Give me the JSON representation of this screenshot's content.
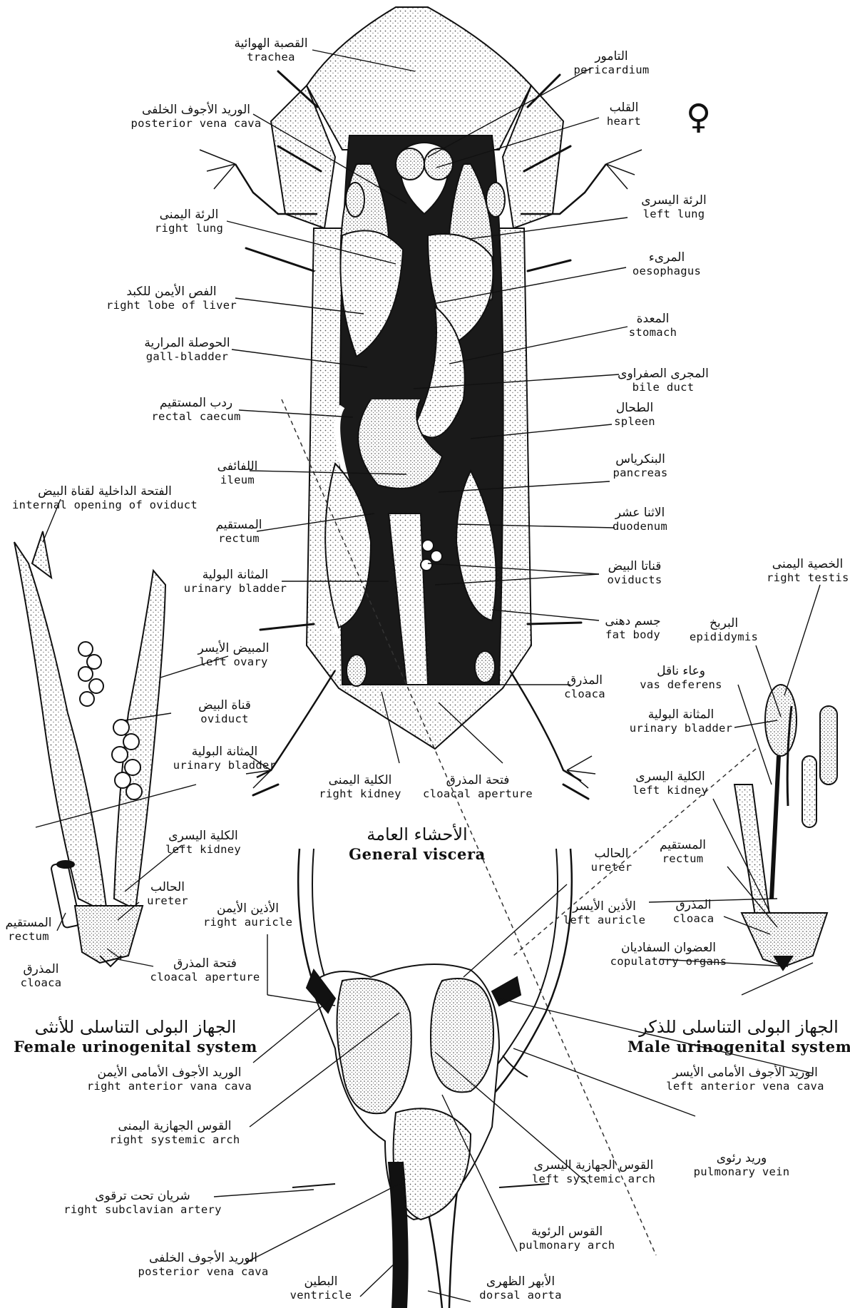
{
  "symbol": "♀",
  "titles": {
    "general": {
      "ar": "الأحشاء العامة",
      "en": "General viscera"
    },
    "female": {
      "ar": "الجهاز البولى التناسلى للأنثى",
      "en": "Female urinogenital system"
    },
    "male": {
      "ar": "الجهاز البولى التناسلى للذكر",
      "en": "Male urinogenital system"
    }
  },
  "labels": {
    "trachea": {
      "ar": "القصبة الهوائية",
      "en": "trachea"
    },
    "posterior_vena_cava": {
      "ar": "الوريد الأجوف الخلفى",
      "en": "posterior vena cava"
    },
    "right_lung": {
      "ar": "الرئة اليمنى",
      "en": "right lung"
    },
    "right_lobe_liver": {
      "ar": "الفص الأيمن للكبد",
      "en": "right lobe of liver"
    },
    "gall_bladder": {
      "ar": "الحوصلة المرارية",
      "en": "gall-bladder"
    },
    "rectal_caecum": {
      "ar": "ردب المستقيم",
      "en": "rectal caecum"
    },
    "ileum": {
      "ar": "اللفائفى",
      "en": "ileum"
    },
    "rectum": {
      "ar": "المستقيم",
      "en": "rectum"
    },
    "urinary_bladder": {
      "ar": "المثانة البولية",
      "en": "urinary bladder"
    },
    "pericardium": {
      "ar": "التامور",
      "en": "pericardium"
    },
    "heart": {
      "ar": "القلب",
      "en": "heart"
    },
    "left_lung": {
      "ar": "الرئة اليسرى",
      "en": "left lung"
    },
    "oesophagus": {
      "ar": "المرىء",
      "en": "oesophagus"
    },
    "stomach": {
      "ar": "المعدة",
      "en": "stomach"
    },
    "bile_duct": {
      "ar": "المجرى الصفراوى",
      "en": "bile duct"
    },
    "spleen": {
      "ar": "الطحال",
      "en": "spleen"
    },
    "pancreas": {
      "ar": "البنكرياس",
      "en": "pancreas"
    },
    "duodenum": {
      "ar": "الاثنا عشر",
      "en": "duodenum"
    },
    "oviducts": {
      "ar": "قناتا البيض",
      "en": "oviducts"
    },
    "fat_body": {
      "ar": "جسم دهنى",
      "en": "fat body"
    },
    "cloaca_main": {
      "ar": "المذرق",
      "en": "cloaca"
    },
    "right_kidney": {
      "ar": "الكلية اليمنى",
      "en": "right kidney"
    },
    "cloacal_aperture_main": {
      "ar": "فتحة المذرق",
      "en": "cloacal aperture"
    },
    "internal_opening": {
      "ar": "الفتحة الداخلية لقناة البيض",
      "en": "internal opening of oviduct"
    },
    "left_ovary": {
      "ar": "المبيض الأيسر",
      "en": "left ovary"
    },
    "oviduct": {
      "ar": "قناة البيض",
      "en": "oviduct"
    },
    "f_urinary_bladder": {
      "ar": "المثانة البولية",
      "en": "urinary bladder"
    },
    "f_left_kidney": {
      "ar": "الكلية اليسرى",
      "en": "left kidney"
    },
    "f_ureter": {
      "ar": "الحالب",
      "en": "ureter"
    },
    "f_rectum": {
      "ar": "المستقيم",
      "en": "rectum"
    },
    "f_cloaca": {
      "ar": "المذرق",
      "en": "cloaca"
    },
    "f_cloacal_aperture": {
      "ar": "فتحة المذرق",
      "en": "cloacal aperture"
    },
    "right_testis": {
      "ar": "الخصية اليمنى",
      "en": "right testis"
    },
    "epididymis": {
      "ar": "البربخ",
      "en": "epididymis"
    },
    "vas_deferens": {
      "ar": "وعاء ناقل",
      "en": "vas deferens"
    },
    "m_urinary_bladder": {
      "ar": "المثانة البولية",
      "en": "urinary bladder"
    },
    "m_left_kidney": {
      "ar": "الكلية اليسرى",
      "en": "left kidney"
    },
    "m_ureter": {
      "ar": "الحالب",
      "en": "ureter"
    },
    "m_rectum": {
      "ar": "المستقيم",
      "en": "rectum"
    },
    "m_cloaca": {
      "ar": "المذرق",
      "en": "cloaca"
    },
    "copulatory": {
      "ar": "العضوان السفاديان",
      "en": "copulatory organs"
    },
    "right_auricle": {
      "ar": "الأذين الأيمن",
      "en": "right auricle"
    },
    "left_auricle": {
      "ar": "الأذين الأيسر",
      "en": "left auricle"
    },
    "right_anterior_vc": {
      "ar": "الوريد الأجوف الأمامى الأيمن",
      "en": "right anterior vana cava"
    },
    "right_systemic": {
      "ar": "القوس الجهازية اليمنى",
      "en": "right systemic arch"
    },
    "right_subclavian": {
      "ar": "شريان تحت ترقوى",
      "en": "right subclavian artery"
    },
    "h_posterior_vc": {
      "ar": "الوريد الأجوف الخلفى",
      "en": "posterior vena cava"
    },
    "ventricle": {
      "ar": "البطين",
      "en": "ventricle"
    },
    "dorsal_aorta": {
      "ar": "الأبهر الظهرى",
      "en": "dorsal aorta"
    },
    "pulmonary_arch": {
      "ar": "القوس الرئوية",
      "en": "pulmonary arch"
    },
    "left_systemic": {
      "ar": "القوس الجهازية اليسرى",
      "en": "left systemic arch"
    },
    "pulmonary_vein": {
      "ar": "وريد رئوى",
      "en": "pulmonary vein"
    },
    "left_anterior_vc": {
      "ar": "الوريد الأجوف الأمامى الأيسر",
      "en": "left anterior vena cava"
    }
  }
}
